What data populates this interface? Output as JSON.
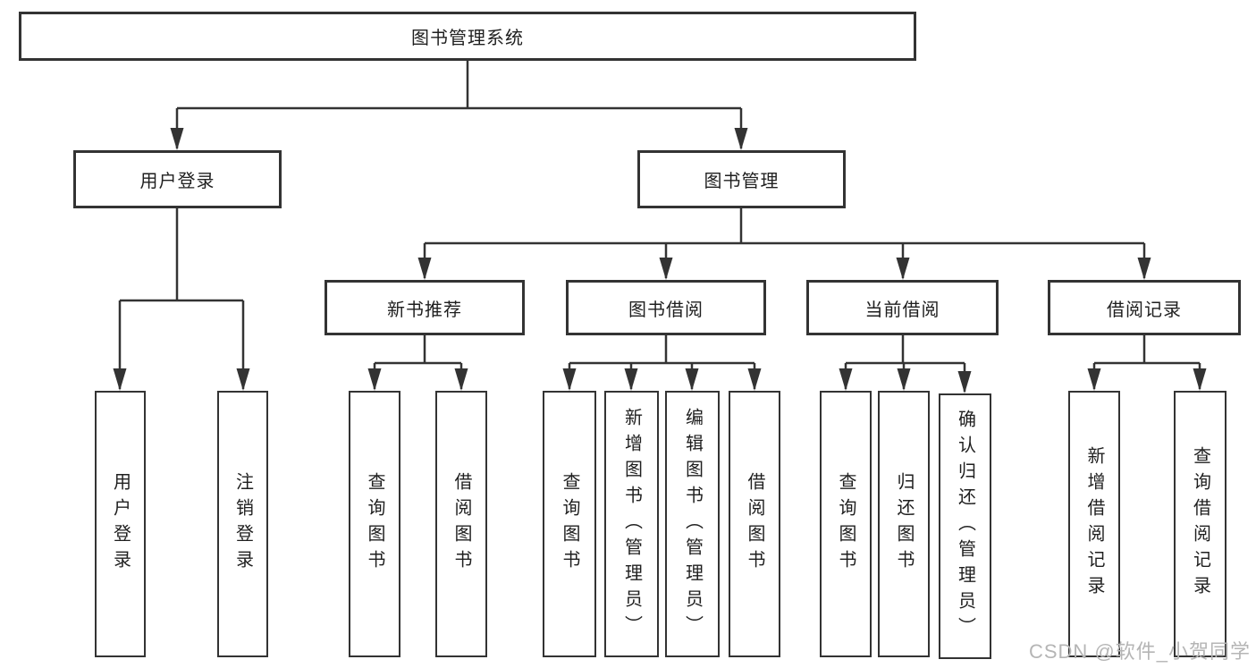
{
  "nodes": {
    "root": "图书管理系统",
    "user_login": "用户登录",
    "book_mgmt": "图书管理",
    "new_book_rec": "新书推荐",
    "book_borrow": "图书借阅",
    "current_borrow": "当前借阅",
    "borrow_records": "借阅记录",
    "leaf_user_login": "用户登录",
    "leaf_logout": "注销登录",
    "leaf_nb_query_books": "查询图书",
    "leaf_nb_borrow_books": "借阅图书",
    "leaf_bb_query_books": "查询图书",
    "leaf_bb_add_books": "新增图书（管理员）",
    "leaf_bb_edit_books": "编辑图书（管理员）",
    "leaf_bb_borrow_books": "借阅图书",
    "leaf_cb_query_books": "查询图书",
    "leaf_cb_return_books": "归还图书",
    "leaf_cb_confirm_return": "确认归还（管理员）",
    "leaf_br_add_record": "新增借阅记录",
    "leaf_br_query_record": "查询借阅记录"
  },
  "watermark": {
    "text": "CSDN @软件_小贺同学"
  },
  "colors": {
    "line": "#333333",
    "text": "#1f1f1f",
    "background": "#ffffff",
    "watermark": "#b5b5b5"
  }
}
